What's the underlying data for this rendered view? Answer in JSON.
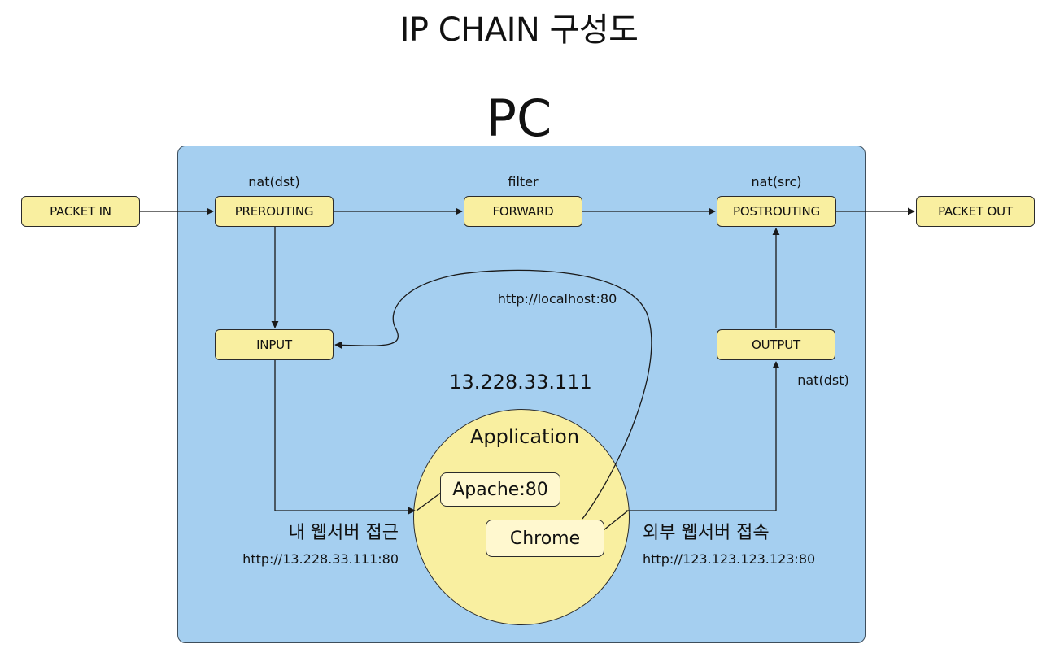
{
  "title": "IP CHAIN 구성도",
  "pc_label": "PC",
  "nodes": {
    "packet_in": "PACKET IN",
    "prerouting": "PREROUTING",
    "forward": "FORWARD",
    "postrouting": "POSTROUTING",
    "packet_out": "PACKET OUT",
    "input": "INPUT",
    "output": "OUTPUT"
  },
  "tables": {
    "prerouting": "nat(dst)",
    "forward": "filter",
    "postrouting": "nat(src)",
    "output": "nat(dst)"
  },
  "ip_address": "13.228.33.111",
  "application": {
    "label": "Application",
    "apache": "Apache:80",
    "chrome": "Chrome"
  },
  "edges": {
    "localhost": "http://localhost:80",
    "internal_title": "내 웹서버 접근",
    "internal_url": "http://13.228.33.111:80",
    "external_title": "외부 웹서버 접속",
    "external_url": "http://123.123.123.123:80"
  },
  "colors": {
    "pc_box": "#a5cff0",
    "node_fill": "#f9efa0",
    "inner_box_fill": "#fff8cf",
    "stroke": "#2b2b2b"
  }
}
